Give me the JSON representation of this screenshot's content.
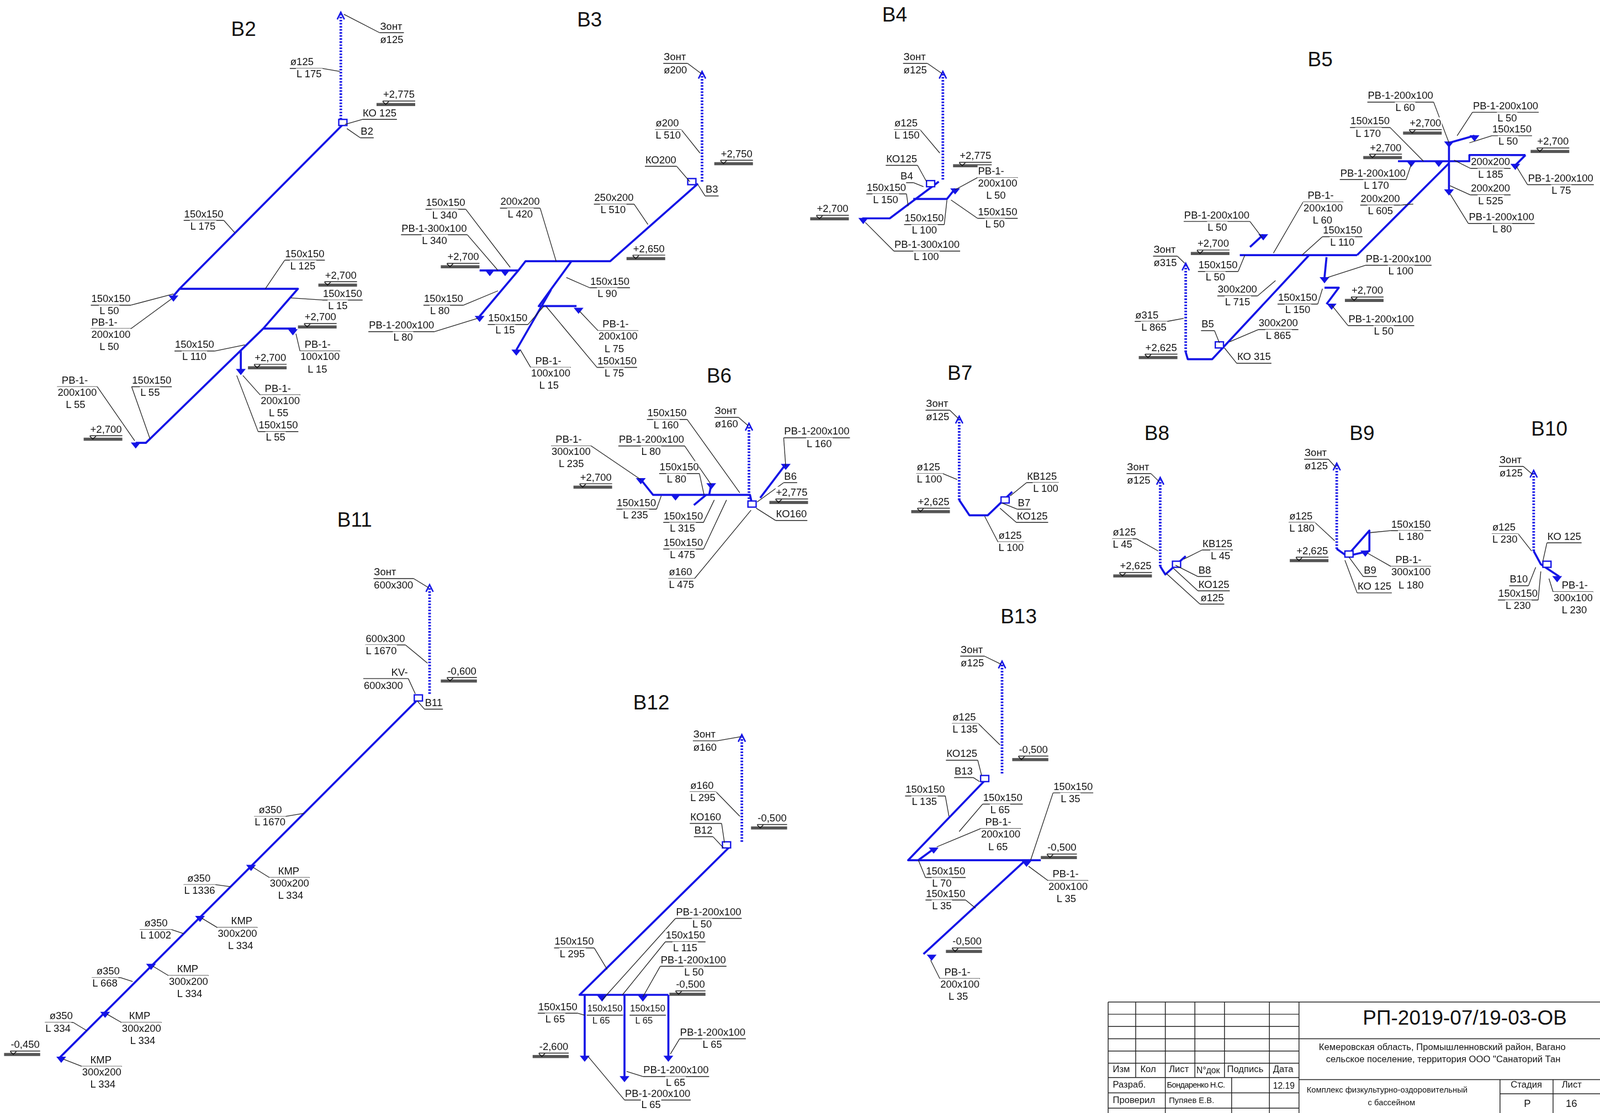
{
  "diagram": {
    "labels": [
      "В2",
      "Зонт",
      "ø125",
      "ø125",
      "L 175",
      "+2,775",
      "КО 125",
      "В2",
      "150x150",
      "L 175",
      "150x150",
      "L 125",
      "+2,700",
      "150x150",
      "L 15",
      "150x150",
      "L 50",
      "РВ-1-",
      "200x100",
      "L 50",
      "+2,700",
      "150x150",
      "L 110",
      "РВ-1-",
      "100x100",
      "L 15",
      "+2,700",
      "РВ-1-",
      "200x100",
      "L 55",
      "150x150",
      "L 55",
      "РВ-1-",
      "200x100",
      "L 55",
      "150x150",
      "L 55",
      "+2,700",
      "В3",
      "Зонт",
      "ø200",
      "ø200",
      "L 510",
      "+2,750",
      "КО200",
      "В3",
      "250x200",
      "L 510",
      "200x200",
      "L 420",
      "150x150",
      "L 340",
      "РВ-1-300x100",
      "L 340",
      "+2,700",
      "+2,650",
      "150x150",
      "L 90",
      "150x150",
      "L 80",
      "150x150",
      "L 15",
      "РВ-1-200x100",
      "L 80",
      "РВ-1-",
      "200x100",
      "L 75",
      "150x150",
      "L 75",
      "РВ-1-",
      "100x100",
      "L 15",
      "В4",
      "Зонт",
      "ø125",
      "ø125",
      "L 150",
      "КО125",
      "+2,775",
      "В4",
      "150x150",
      "L 150",
      "РВ-1-",
      "200x100",
      "L 50",
      "+2,700",
      "150x150",
      "L 100",
      "150x150",
      "L 50",
      "РВ-1-300x100",
      "L 100",
      "В5",
      "РВ-1-200x100",
      "L 60",
      "РВ-1-200x100",
      "L 50",
      "150x150",
      "L 170",
      "+2,700",
      "150x150",
      "L 50",
      "+2,700",
      "+2,700",
      "200x200",
      "L 185",
      "РВ-1-200x100",
      "L 170",
      "РВ-1-200x100",
      "L 75",
      "200x200",
      "L 525",
      "200x200",
      "L 605",
      "РВ-1-200x100",
      "L 80",
      "РВ-1-",
      "200x100",
      "L 60",
      "РВ-1-200x100",
      "L 50",
      "150x150",
      "L 110",
      "+2,700",
      "Зонт",
      "ø315",
      "РВ-1-200x100",
      "L 100",
      "150x150",
      "L 50",
      "300x200",
      "L 715",
      "+2,700",
      "150x150",
      "L 150",
      "ø315",
      "L 865",
      "РВ-1-200x100",
      "L 50",
      "300x200",
      "L 865",
      "В5",
      "+2,625",
      "КО 315",
      "В6",
      "150x150",
      "L 160",
      "Зонт",
      "ø160",
      "РВ-1-200x100",
      "L 160",
      "РВ-1-",
      "300x100",
      "L 235",
      "РВ-1-200x100",
      "L 80",
      "150x150",
      "L 80",
      "В6",
      "+2,700",
      "+2,775",
      "150x150",
      "L 235",
      "КО160",
      "150x150",
      "L 315",
      "150x150",
      "L 475",
      "ø160",
      "L 475",
      "В7",
      "Зонт",
      "ø125",
      "ø125",
      "L 100",
      "+2,625",
      "КВ125",
      "L 100",
      "В7",
      "КО125",
      "ø125",
      "L 100",
      "В8",
      "Зонт",
      "ø125",
      "ø125",
      "L 45",
      "КВ125",
      "L 45",
      "+2,625",
      "В8",
      "КО125",
      "ø125",
      "В9",
      "Зонт",
      "ø125",
      "150x150",
      "L 180",
      "ø125",
      "L 180",
      "+2,625",
      "РВ-1-",
      "300x100",
      "L 180",
      "В9",
      "КО 125",
      "В10",
      "Зонт",
      "ø125",
      "ø125",
      "L 230",
      "КО 125",
      "В10",
      "РВ-1-",
      "300x100",
      "L 230",
      "150x150",
      "L 230",
      "В11",
      "Зонт",
      "600x300",
      "600x300",
      "L 1670",
      "KV-",
      "600x300",
      "-0,600",
      "В11",
      "ø350",
      "L 1670",
      "КМР",
      "300x200",
      "L 334",
      "ø350",
      "L 1336",
      "КМР",
      "300x200",
      "L 334",
      "ø350",
      "L 1002",
      "КМР",
      "300x200",
      "L 334",
      "ø350",
      "L 668",
      "КМР",
      "300x200",
      "L 334",
      "ø350",
      "L 334",
      "-0,450",
      "КМР",
      "300x200",
      "L 334",
      "В12",
      "Зонт",
      "ø160",
      "ø160",
      "L 295",
      "-0,500",
      "КО160",
      "В12",
      "РВ-1-200x100",
      "L 50",
      "150x150",
      "L 115",
      "150x150",
      "L 295",
      "РВ-1-200x100",
      "L 50",
      "-0,500",
      "150x150",
      "L 65",
      "150x150",
      "L 65",
      "150x150",
      "L 65",
      "РВ-1-200x100",
      "L 65",
      "-2,600",
      "РВ-1-200x100",
      "L 65",
      "РВ-1-200x100",
      "L 65",
      "В13",
      "Зонт",
      "ø125",
      "ø125",
      "L 135",
      "-0,500",
      "КО125",
      "В13",
      "150x150",
      "L 35",
      "150x150",
      "L 135",
      "150x150",
      "L 65",
      "РВ-1-",
      "200x100",
      "L 65",
      "-0,500",
      "150x150",
      "L 70",
      "РВ-1-",
      "200x100",
      "L 35",
      "150x150",
      "L 35",
      "-0,500",
      "РВ-1-",
      "200x100",
      "L 35",
      "РП-2019-07/19-03-ОВ",
      "Кемеровская область, Промышленновский район, Вагано",
      "сельское поселение, территория ООО \"Санаторий Тан",
      "Изм",
      "Кол",
      "Лист",
      "N°док",
      "Подпись",
      "Дата",
      "Разраб.",
      "Бондаренко Н.С.",
      "12.19",
      "Проверил",
      "Пупяев Е.В.",
      "Комплекс физкультурно-оздоровительный",
      "с бассейном",
      "Стадия",
      "Лист",
      "Р",
      "16"
    ]
  }
}
